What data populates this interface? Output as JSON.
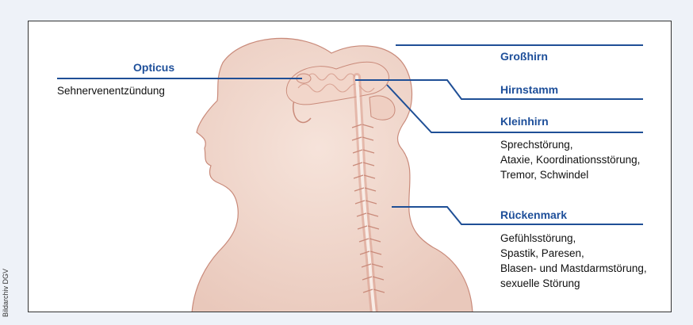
{
  "credit": "Bildarchiv DGV",
  "colors": {
    "accent": "#1e4f9a",
    "leader": "#1f4f96",
    "anatomy": "#c98a7a"
  },
  "regions": {
    "opticus": {
      "title": "Opticus",
      "symptoms": [
        "Sehnervenentzündung"
      ]
    },
    "grosshirn": {
      "title": "Großhirn",
      "symptoms": []
    },
    "hirnstamm": {
      "title": "Hirnstamm",
      "symptoms": []
    },
    "kleinhirn": {
      "title": "Kleinhirn",
      "symptoms": [
        "Sprechstörung,",
        "Ataxie, Koordinationsstörung,",
        "Tremor, Schwindel"
      ]
    },
    "rueckenmark": {
      "title": "Rückenmark",
      "symptoms": [
        "Gefühlsstörung,",
        "Spastik, Paresen,",
        "Blasen- und Mastdarmstörung,",
        "sexuelle Störung"
      ]
    }
  }
}
